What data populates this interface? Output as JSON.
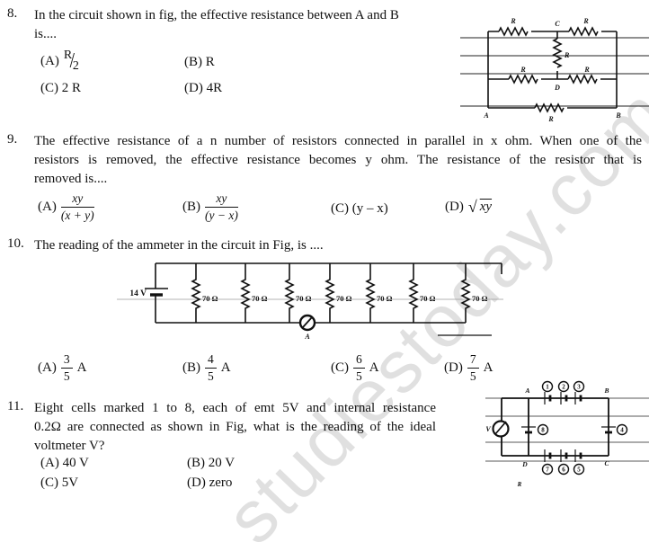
{
  "watermark": "studiestoday.com",
  "q8": {
    "number": "8.",
    "line1": "In the circuit shown in fig, the effective resistance between A and B",
    "line2": "is....",
    "options": {
      "a_label": "(A)",
      "a_num": "R",
      "a_den": "2",
      "b": "(B) R",
      "c": "(C) 2 R",
      "d": "(D) 4R"
    },
    "fig": {
      "r_top_left": "R",
      "r_top_right": "R",
      "node_c": "C",
      "r_middle_vert": "R",
      "r_mid_left": "R",
      "r_mid_right": "R",
      "node_d": "D",
      "r_bottom": "R",
      "node_a": "A",
      "node_b": "B"
    }
  },
  "q9": {
    "number": "9.",
    "line1": "The effective resistance of a n number of resistors connected in parallel in x ohm. When one of the",
    "line2": "resistors is removed, the effective resistance becomes y ohm. The resistance of the resistor that is",
    "line3": "removed is....",
    "options": {
      "a_label": "(A)",
      "a_num": "xy",
      "a_den": "(x + y)",
      "b_label": "(B)",
      "b_num": "xy",
      "b_den": "(y − x)",
      "c": "(C) (y – x)",
      "d_label": "(D)",
      "d_radical": "√",
      "d_arg": "xy"
    }
  },
  "q10": {
    "number": "10.",
    "line1": "The reading of the ammeter in the circuit in Fig, is ....",
    "options": {
      "a_label": "(A)",
      "a_num": "3",
      "a_den": "5",
      "a_suffix": "A",
      "b_label": "(B)",
      "b_num": "4",
      "b_den": "5",
      "b_suffix": "A",
      "c_label": "(C)",
      "c_num": "6",
      "c_den": "5",
      "c_suffix": "A",
      "d_label": "(D)",
      "d_num": "7",
      "d_den": "5",
      "d_suffix": "A"
    },
    "fig": {
      "battery_label": "14 V",
      "resistor_label": "70 Ω",
      "ammeter_label": "A"
    }
  },
  "q11": {
    "number": "11.",
    "line1": "Eight cells marked 1 to 8, each of emt 5V and internal resistance",
    "line2": "0.2Ω are connected as shown in Fig, what is the reading of the ideal",
    "line3": "voltmeter V?",
    "options": {
      "a": "(A) 40 V",
      "b": "(B) 20 V",
      "c": "(C) 5V",
      "d": "(D) zero"
    },
    "fig": {
      "cell1": "1",
      "cell2": "2",
      "cell3": "3",
      "cell4": "4",
      "cell5": "5",
      "cell6": "6",
      "cell7": "7",
      "cell8": "8",
      "node_a": "A",
      "node_b": "B",
      "node_c": "C",
      "node_d": "D",
      "voltmeter_label": "V",
      "r_label": "R"
    }
  }
}
